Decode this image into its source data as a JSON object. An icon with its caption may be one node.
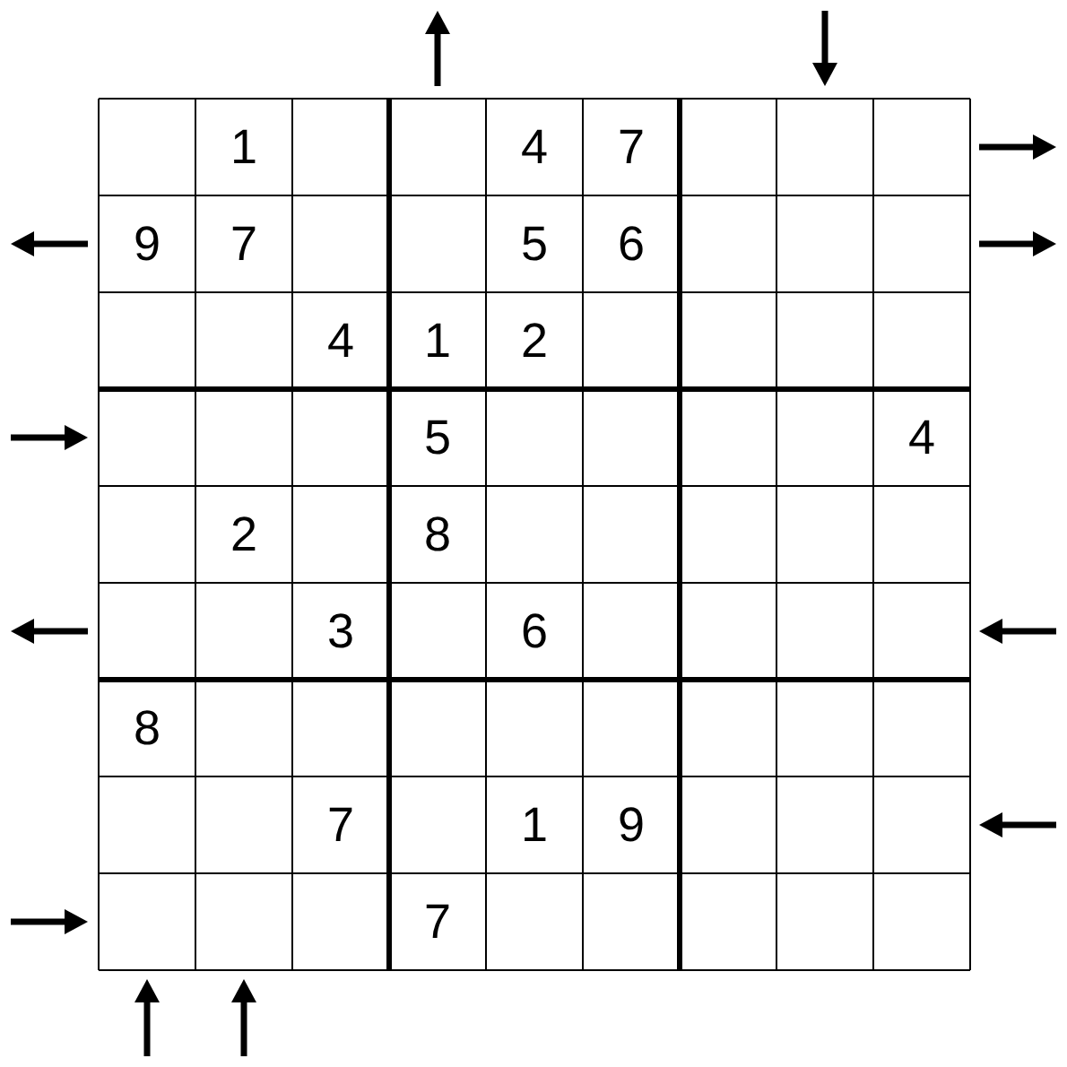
{
  "diagram": {
    "labels": [
      "1",
      "4",
      "7",
      "9",
      "7",
      "5",
      "6",
      "4",
      "1",
      "2",
      "5",
      "4",
      "2",
      "8",
      "3",
      "6",
      "8",
      "7",
      "1",
      "9",
      "7"
    ]
  }
}
